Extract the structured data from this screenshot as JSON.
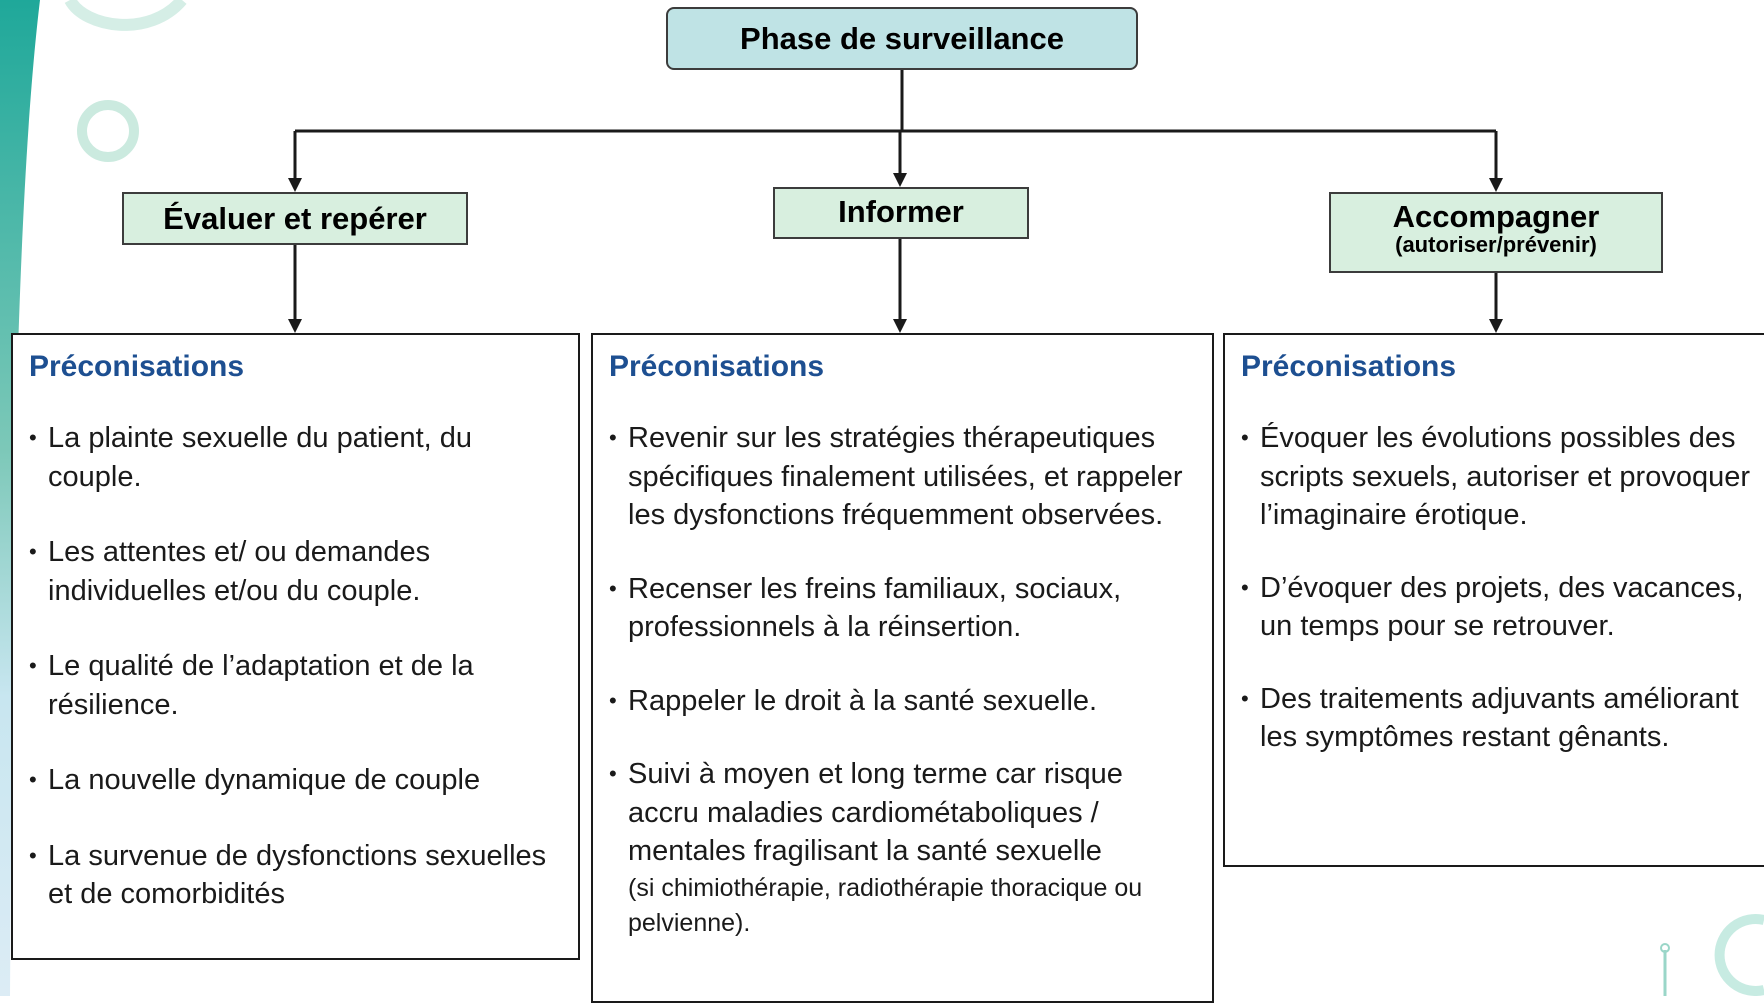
{
  "root": {
    "label": "Phase de surveillance"
  },
  "branches": [
    {
      "label": "Évaluer et repérer",
      "note": "",
      "panel_title": "Préconisations",
      "items": [
        {
          "text": "La plainte sexuelle du patient, du couple.",
          "small": ""
        },
        {
          "text": "Les attentes et/ ou demandes individuelles et/ou du couple.",
          "small": ""
        },
        {
          "text": "Le qualité de l’adaptation et de la résilience.",
          "small": ""
        },
        {
          "text": "La nouvelle dynamique de couple",
          "small": ""
        },
        {
          "text": "La survenue de dysfonctions sexuelles et de comorbidités",
          "small": ""
        }
      ]
    },
    {
      "label": "Informer",
      "note": "",
      "panel_title": "Préconisations",
      "items": [
        {
          "text": "Revenir sur les stratégies thérapeutiques spécifiques finalement utilisées, et rappeler les dysfonctions fréquemment observées.",
          "small": ""
        },
        {
          "text": "Recenser les freins familiaux, sociaux, professionnels à la réinsertion.",
          "small": ""
        },
        {
          "text": "Rappeler le droit à la santé sexuelle.",
          "small": ""
        },
        {
          "text": "Suivi à moyen et long terme car risque accru maladies cardiométaboliques  / mentales fragilisant la santé sexuelle",
          "small": "(si chimiothérapie, radiothérapie thoracique ou pelvienne)."
        }
      ]
    },
    {
      "label": "Accompagner",
      "note": "(autoriser/prévenir)",
      "panel_title": "Préconisations",
      "items": [
        {
          "text": "Évoquer les évolutions possibles des scripts sexuels, autoriser et provoquer l’imaginaire érotique.",
          "small": ""
        },
        {
          "text": "D’évoquer des projets, des vacances, un temps pour se retrouver.",
          "small": ""
        },
        {
          "text": "Des traitements adjuvants améliorant les symptômes restant gênants.",
          "small": ""
        }
      ]
    }
  ],
  "colors": {
    "root_fill": "#bfe3e5",
    "branch_fill": "#d8efdf",
    "panel_title": "#1d4f91",
    "decor_teal": "#1fa89a",
    "decor_light": "#bfe6df"
  }
}
